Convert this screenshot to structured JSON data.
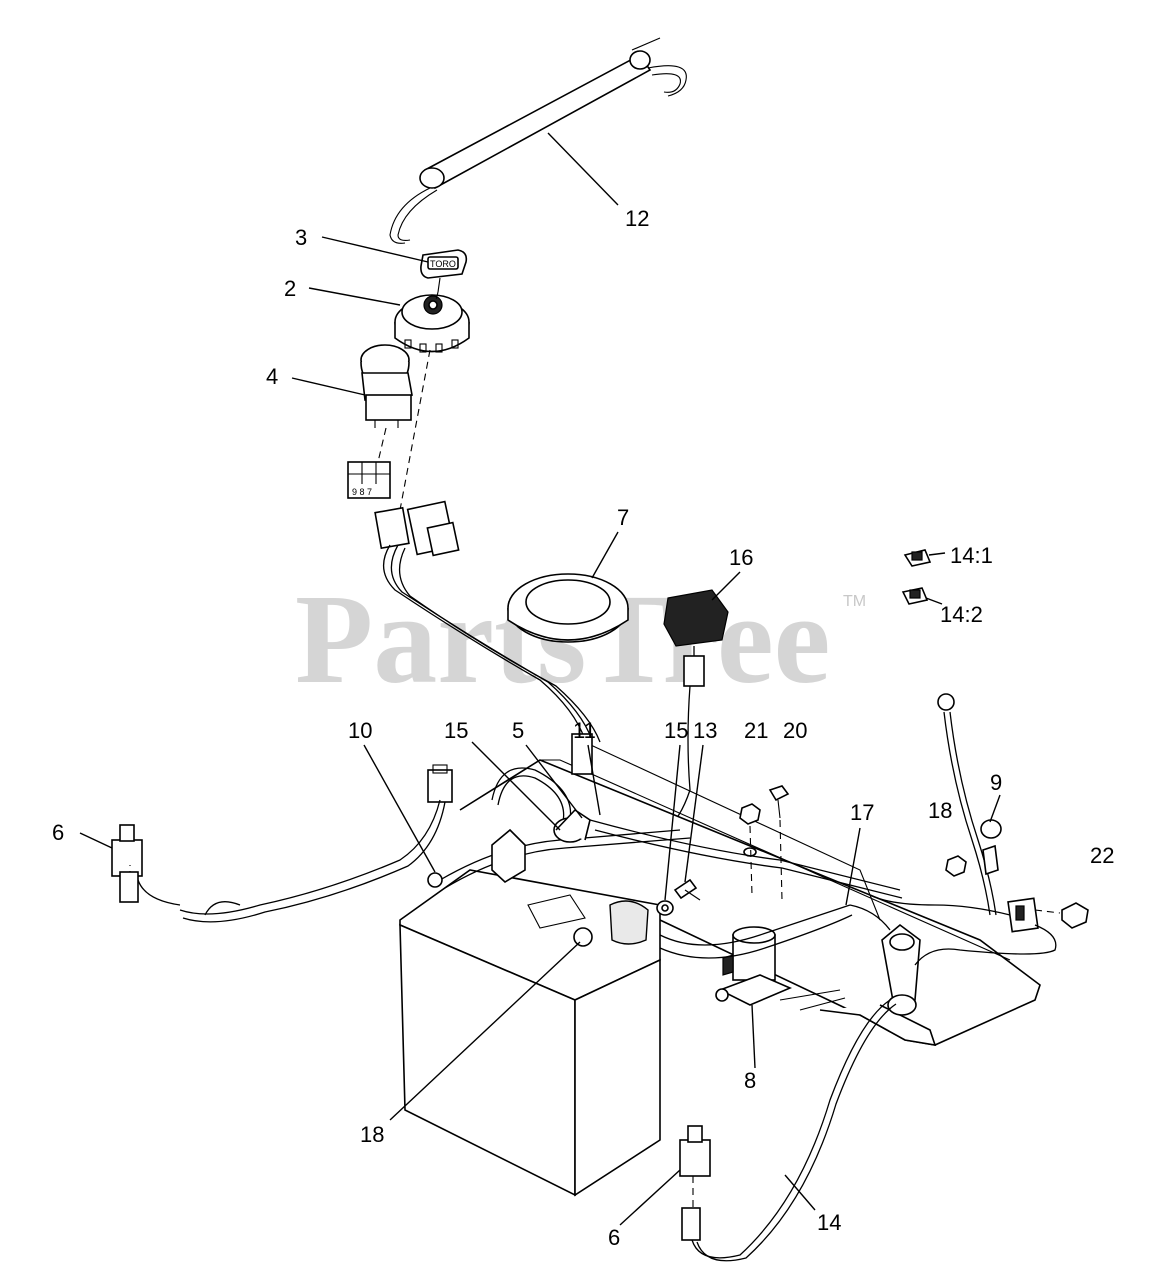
{
  "watermark": {
    "text": "PartsTree",
    "trademark": "TM"
  },
  "key_label": "TORO",
  "connector_digits": "9 8 7",
  "callouts": {
    "c12": "12",
    "c3": "3",
    "c2": "2",
    "c4": "4",
    "c7": "7",
    "c16": "16",
    "c14_1": "14:1",
    "c14_2": "14:2",
    "c10": "10",
    "c15a": "15",
    "c5": "5",
    "c11": "11",
    "c15b": "15",
    "c13": "13",
    "c21": "21",
    "c20": "20",
    "c6a": "6",
    "c17": "17",
    "c18a": "18",
    "c9": "9",
    "c22": "22",
    "c8": "8",
    "c18b": "18",
    "c14": "14",
    "c6b": "6"
  }
}
